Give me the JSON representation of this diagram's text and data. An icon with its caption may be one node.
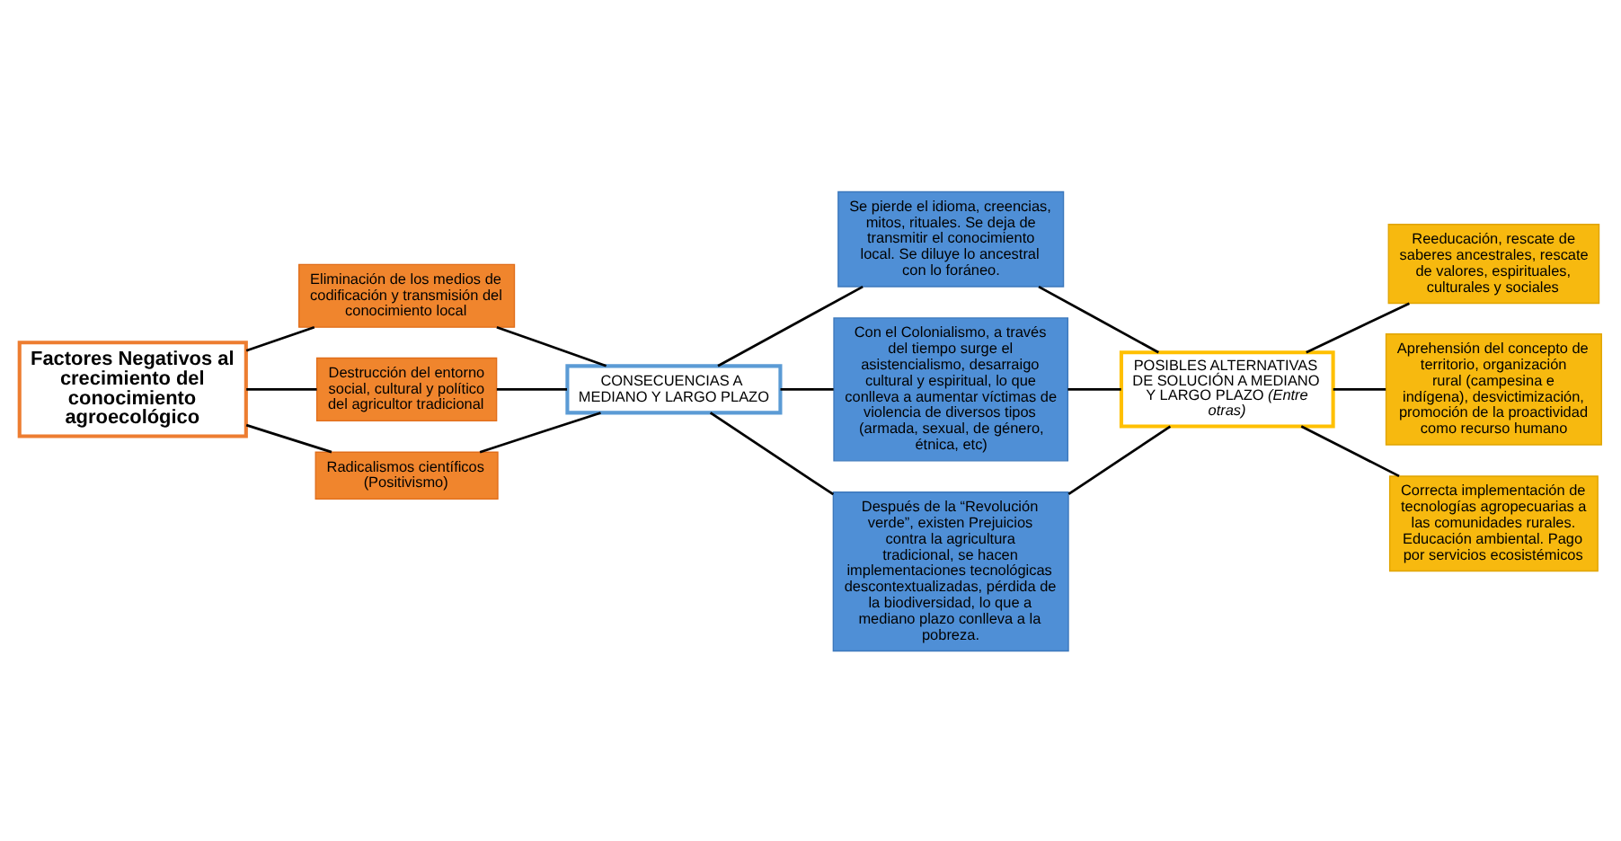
{
  "diagram": {
    "nodes": [
      {
        "text": [
          "Factores Negativos al crecimiento del conocimiento agroecológico"
        ]
      },
      {
        "text": [
          "Eliminación de los medios de codificación y transmisión del conocimiento local"
        ]
      },
      {
        "text": [
          "Destrucción del entorno social, cultural y político del agricultor tradicional"
        ]
      },
      {
        "text": [
          "Radicalismos científicos (Positivismo)"
        ]
      },
      {
        "text": [
          "CONSECUENCIAS A MEDIANO Y LARGO PLAZO"
        ]
      },
      {
        "text": [
          "Se pierde el idioma, creencias, mitos, rituales. Se deja de transmitir el conocimiento local. Se diluye lo ancestral con lo foráneo."
        ]
      },
      {
        "text": [
          "Con el Colonialismo, a través del tiempo surge el asistencialismo, desarraigo cultural y espiritual, lo que conlleva a aumentar víctimas de violencia de diversos tipos (armada, sexual, de género, étnica, etc)"
        ]
      },
      {
        "text": [
          "Después de la “Revolución verde”, existen Prejuicios contra la agricultura tradicional, se hacen implementaciones tecnológicas descontextualizadas, pérdida de la biodiversidad, lo que a mediano plazo conlleva a la pobreza."
        ]
      },
      {
        "text": [
          "POSIBLES ALTERNATIVAS DE SOLUCIÓN A MEDIANO Y LARGO PLAZO *(Entre otras)*"
        ]
      },
      {
        "text": [
          "Reeducación, rescate de saberes ancestrales, rescate de valores, espirituales, culturales y sociales"
        ]
      },
      {
        "text": [
          "Aprehensión del concepto de territorio, organización rural (campesina e indígena), desvictimización, promoción de la proactividad como recurso humano"
        ]
      },
      {
        "text": [
          "Correcta implementación de tecnologías agropecuarias a las comunidades rurales. Educación ambiental. Pago por servicios ecosistémicos"
        ]
      }
    ],
    "edges": [
      {
        "from": 0,
        "to": 1,
        "arrow": "none"
      },
      {
        "from": 0,
        "to": 2,
        "arrow": "none"
      },
      {
        "from": 0,
        "to": 3,
        "arrow": "none"
      },
      {
        "from": 1,
        "to": 4,
        "arrow": "none"
      },
      {
        "from": 2,
        "to": 4,
        "arrow": "none"
      },
      {
        "from": 3,
        "to": 4,
        "arrow": "none"
      },
      {
        "from": 4,
        "to": 5,
        "arrow": "none"
      },
      {
        "from": 4,
        "to": 6,
        "arrow": "none"
      },
      {
        "from": 4,
        "to": 7,
        "arrow": "none"
      },
      {
        "from": 5,
        "to": 8,
        "arrow": "none"
      },
      {
        "from": 6,
        "to": 8,
        "arrow": "none"
      },
      {
        "from": 7,
        "to": 8,
        "arrow": "none"
      },
      {
        "from": 8,
        "to": 9,
        "arrow": "none"
      },
      {
        "from": 8,
        "to": 10,
        "arrow": "none"
      },
      {
        "from": 8,
        "to": 11,
        "arrow": "none"
      }
    ]
  }
}
